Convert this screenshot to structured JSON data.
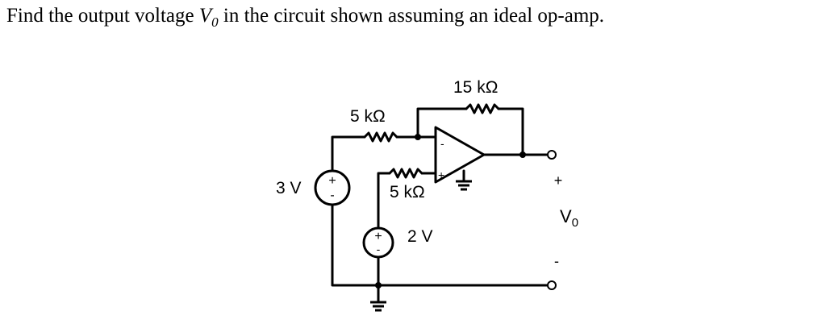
{
  "question": {
    "prefix": "Find the output voltage ",
    "var_main": "V",
    "var_sub": "0",
    "suffix": " in the circuit shown assuming an ideal op-amp."
  },
  "circuit": {
    "r_input": "5 kΩ",
    "r_feedback": "15 kΩ",
    "r_noninv": "5 kΩ",
    "source_left": "3 V",
    "source_bottom": "2 V",
    "plus": "+",
    "minus": "-",
    "opamp_inv": "-",
    "opamp_noninv": "+",
    "vo_main": "V",
    "vo_sub": "0",
    "vo_plus": "+",
    "vo_minus": "-"
  }
}
